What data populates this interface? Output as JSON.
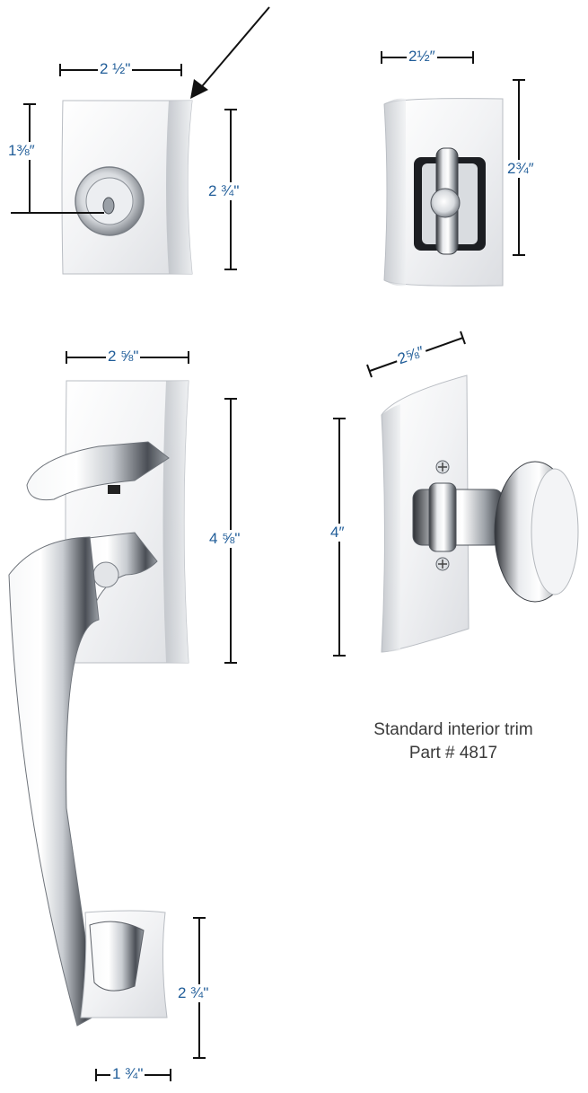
{
  "dimensions": {
    "deadbolt_width": "2 ½\"",
    "deadbolt_cylinder_height": "1⅜″",
    "deadbolt_height": "2 ¾\"",
    "thumbturn_width": "2½″",
    "thumbturn_height": "2¾″",
    "handleset_width": "2 ⅝\"",
    "handleset_height": "4 ⅝\"",
    "knob_width": "2⅝″",
    "knob_height": "4″",
    "bottom_plate_height": "2 ¾\"",
    "bottom_plate_width": "1 ¾\""
  },
  "caption": {
    "line1": "Standard interior trim",
    "line2": "Part # 4817"
  },
  "colors": {
    "dimension_text": "#1f5c98",
    "dimension_line": "#111111",
    "chrome_light": "#f4f5f7",
    "chrome_mid": "#c9ccd1",
    "chrome_dark": "#3a3d42"
  }
}
